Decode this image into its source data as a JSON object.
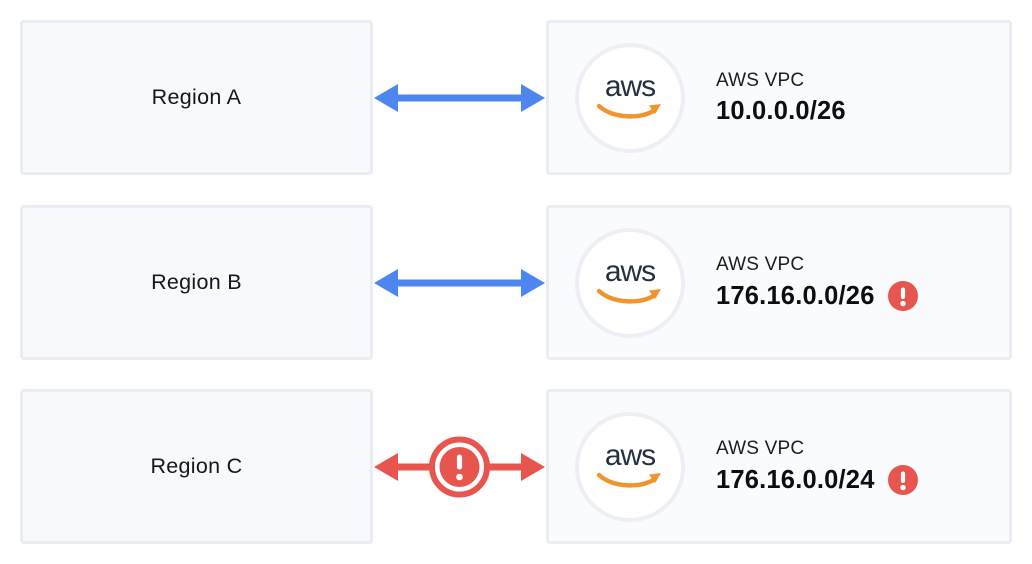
{
  "diagram": {
    "description_title": "",
    "aws_logo_text": "aws"
  },
  "colors": {
    "connection_ok_blue": "#4d86ef",
    "error_red": "#e8554f",
    "aws_navy": "#252f3e",
    "aws_orange": "#f0942d",
    "box_background": "#f8f9fb",
    "box_border": "#e9ecf2"
  },
  "icons": {
    "connection_ok": "bidirectional-arrow",
    "connection_error": "bidirectional-arrow-with-warning",
    "cidr_conflict": "exclamation-badge",
    "provider": "aws-logo"
  },
  "rows": [
    {
      "region": "Region A",
      "connection": {
        "status": "ok"
      },
      "vpc": {
        "label": "AWS VPC",
        "cidr": "10.0.0.0/26",
        "warning": false
      }
    },
    {
      "region": "Region B",
      "connection": {
        "status": "ok"
      },
      "vpc": {
        "label": "AWS VPC",
        "cidr": "176.16.0.0/26",
        "warning": true
      }
    },
    {
      "region": "Region C",
      "connection": {
        "status": "error"
      },
      "vpc": {
        "label": "AWS VPC",
        "cidr": "176.16.0.0/24",
        "warning": true
      }
    }
  ]
}
